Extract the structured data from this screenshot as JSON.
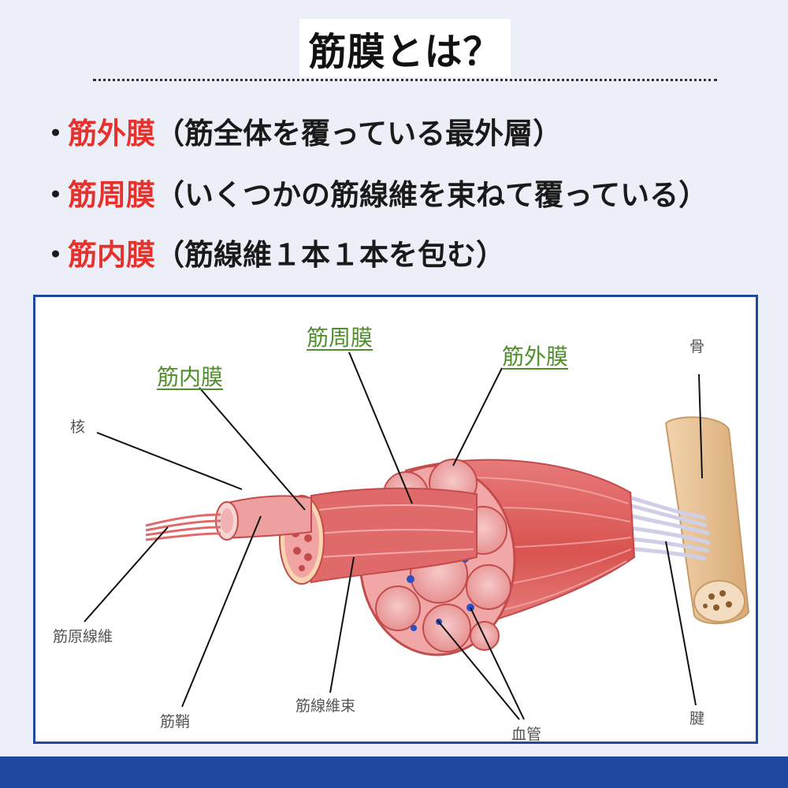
{
  "title": "筋膜とは？",
  "bullets": [
    {
      "marker": "・",
      "term": "筋外膜",
      "desc": "（筋全体を覆っている最外層）"
    },
    {
      "marker": "・",
      "term": "筋周膜",
      "desc": "（いくつかの筋線維を束ねて覆っている）"
    },
    {
      "marker": "・",
      "term": "筋内膜",
      "desc": "（筋線維１本１本を包む）"
    }
  ],
  "diagram": {
    "labels": {
      "perimysium": "筋周膜",
      "epimysium": "筋外膜",
      "endomysium": "筋内膜",
      "bone": "骨",
      "nucleus": "核",
      "myofibril": "筋原線維",
      "sarcolemma": "筋鞘",
      "fascicle": "筋線維束",
      "blood_vessel": "血管",
      "tendon": "腱"
    }
  },
  "colors": {
    "accent_red": "#e5322d",
    "brand_blue": "#1d4aa0",
    "label_green": "#4f8f2c",
    "muscle": "#e06a6a",
    "bone": "#e8c49a"
  }
}
